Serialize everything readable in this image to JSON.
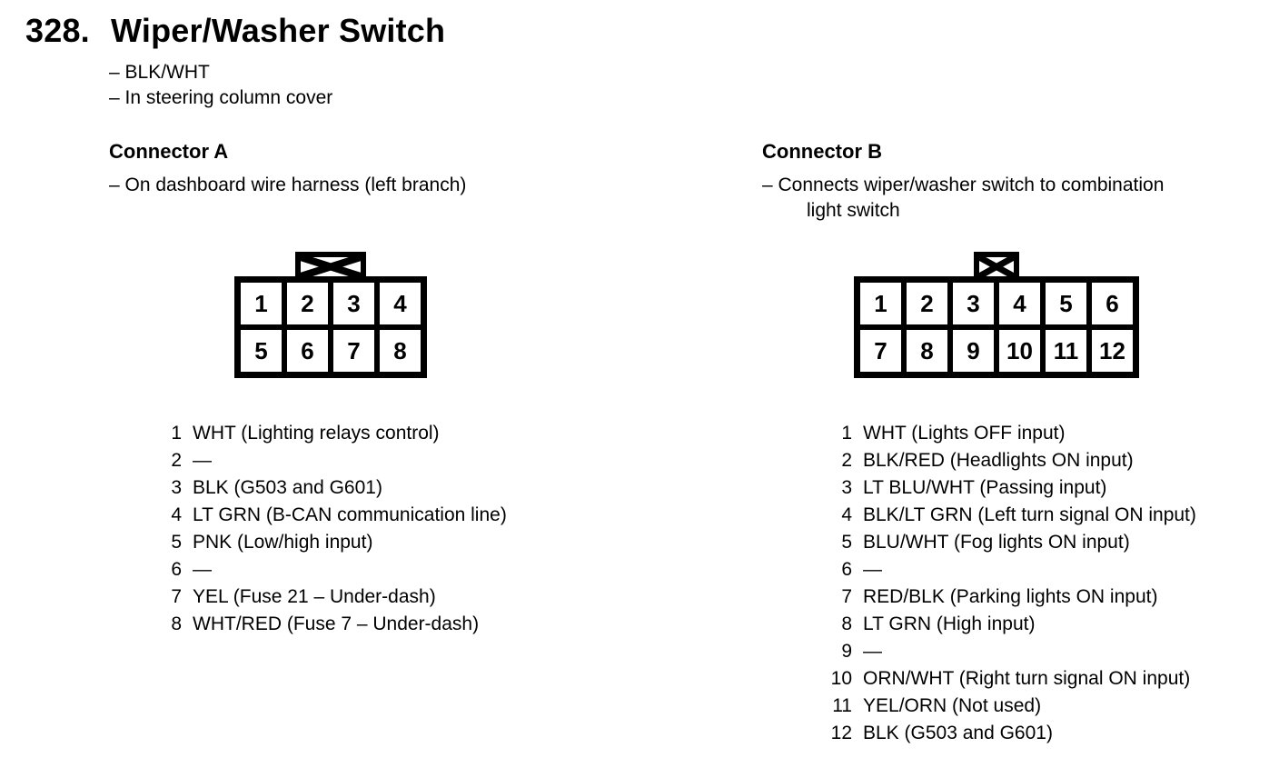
{
  "page": {
    "section_number": "328.",
    "title": "Wiper/Washer Switch",
    "notes": [
      "– BLK/WHT",
      "– In steering column cover"
    ]
  },
  "connector_a": {
    "heading": "Connector A",
    "note_lines": [
      "– On dashboard wire harness (left branch)"
    ],
    "pin_rows": [
      [
        "1",
        "2",
        "3",
        "4"
      ],
      [
        "5",
        "6",
        "7",
        "8"
      ]
    ],
    "pins": [
      {
        "num": "1",
        "desc": "WHT (Lighting relays control)"
      },
      {
        "num": "2",
        "desc": "—"
      },
      {
        "num": "3",
        "desc": "BLK (G503 and G601)"
      },
      {
        "num": "4",
        "desc": "LT GRN (B-CAN communication line)"
      },
      {
        "num": "5",
        "desc": "PNK (Low/high input)"
      },
      {
        "num": "6",
        "desc": "—"
      },
      {
        "num": "7",
        "desc": "YEL (Fuse 21 – Under-dash)"
      },
      {
        "num": "8",
        "desc": "WHT/RED (Fuse 7 – Under-dash)"
      }
    ]
  },
  "connector_b": {
    "heading": "Connector B",
    "note_lines": [
      "– Connects wiper/washer switch to combination",
      "light switch"
    ],
    "pin_rows": [
      [
        "1",
        "2",
        "3",
        "4",
        "5",
        "6"
      ],
      [
        "7",
        "8",
        "9",
        "10",
        "11",
        "12"
      ]
    ],
    "pins": [
      {
        "num": "1",
        "desc": "WHT (Lights OFF input)"
      },
      {
        "num": "2",
        "desc": "BLK/RED (Headlights ON input)"
      },
      {
        "num": "3",
        "desc": "LT BLU/WHT (Passing input)"
      },
      {
        "num": "4",
        "desc": "BLK/LT GRN (Left turn signal ON input)"
      },
      {
        "num": "5",
        "desc": "BLU/WHT (Fog lights ON input)"
      },
      {
        "num": "6",
        "desc": "—"
      },
      {
        "num": "7",
        "desc": "RED/BLK (Parking lights ON input)"
      },
      {
        "num": "8",
        "desc": "LT GRN (High input)"
      },
      {
        "num": "9",
        "desc": "—"
      },
      {
        "num": "10",
        "desc": "ORN/WHT (Right turn signal ON input)"
      },
      {
        "num": "11",
        "desc": "YEL/ORN (Not used)"
      },
      {
        "num": "12",
        "desc": "BLK (G503 and G601)"
      }
    ]
  }
}
